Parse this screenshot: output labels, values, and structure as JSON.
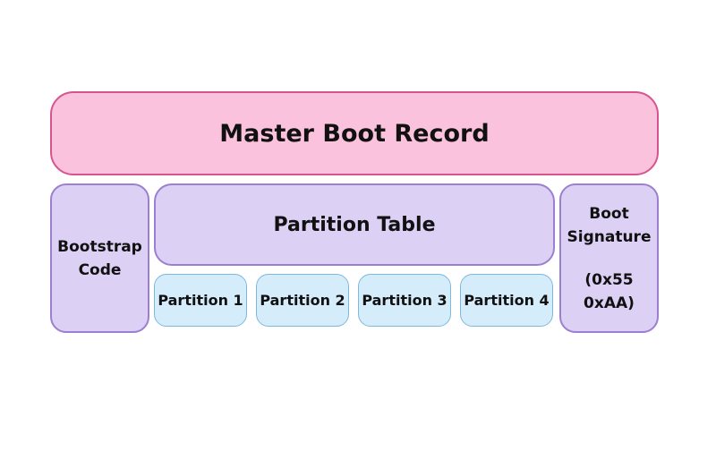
{
  "diagram": {
    "master_boot_record": "Master Boot Record",
    "bootstrap_code": [
      "Bootstrap",
      "Code"
    ],
    "partition_table": "Partition Table",
    "partitions": [
      "Partition 1",
      "Partition 2",
      "Partition 3",
      "Partition 4"
    ],
    "boot_signature": [
      "Boot",
      "Signature",
      "(0x55",
      "0xAA)"
    ]
  },
  "colors": {
    "mbr_fill": "#fac2dc",
    "mbr_border": "#d6558f",
    "purple_fill": "#dcd0f5",
    "purple_border": "#9b7fd0",
    "partition_fill": "#d5ecfb",
    "partition_border": "#7fb8de"
  }
}
